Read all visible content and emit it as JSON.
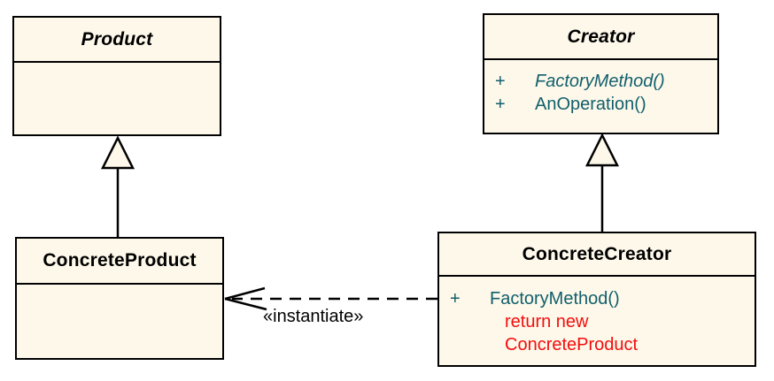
{
  "classes": {
    "product": {
      "name": "Product"
    },
    "creator": {
      "name": "Creator",
      "methods": [
        {
          "visibility": "+",
          "name": "FactoryMethod()"
        },
        {
          "visibility": "+",
          "name": "AnOperation()"
        }
      ]
    },
    "concrete_product": {
      "name": "ConcreteProduct"
    },
    "concrete_creator": {
      "name": "ConcreteCreator",
      "methods": [
        {
          "visibility": "+",
          "name": "FactoryMethod()"
        }
      ],
      "code_note": [
        "return new",
        "ConcreteProduct"
      ]
    }
  },
  "relations": {
    "instantiate_label": "«instantiate»"
  },
  "colors": {
    "box_fill": "#FDF8EA",
    "line_color": "#000000",
    "title_color": "#000000",
    "method_color": "#115F6C",
    "note_color": "#F40D0D",
    "canvas_bg": "#FFFFFF"
  }
}
